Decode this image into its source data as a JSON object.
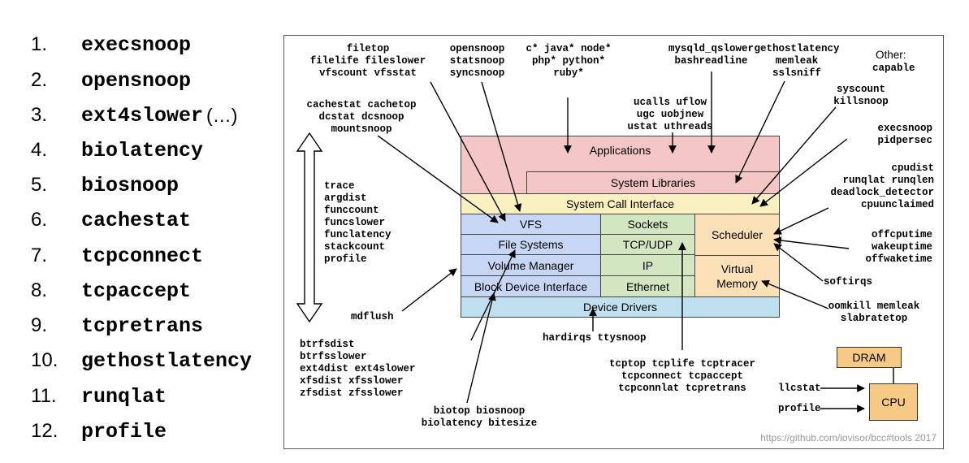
{
  "tool_list": [
    {
      "num": "1.",
      "name": "execsnoop",
      "suffix": ""
    },
    {
      "num": "2.",
      "name": "opensnoop",
      "suffix": ""
    },
    {
      "num": "3.",
      "name": "ext4slower",
      "suffix": "(…)"
    },
    {
      "num": "4.",
      "name": "biolatency",
      "suffix": ""
    },
    {
      "num": "5.",
      "name": "biosnoop",
      "suffix": ""
    },
    {
      "num": "6.",
      "name": "cachestat",
      "suffix": ""
    },
    {
      "num": "7.",
      "name": "tcpconnect",
      "suffix": ""
    },
    {
      "num": "8.",
      "name": "tcpaccept",
      "suffix": ""
    },
    {
      "num": "9.",
      "name": "tcpretrans",
      "suffix": ""
    },
    {
      "num": "10.",
      "name": "gethostlatency",
      "suffix": ""
    },
    {
      "num": "11.",
      "name": "runqlat",
      "suffix": ""
    },
    {
      "num": "12.",
      "name": "profile",
      "suffix": ""
    }
  ],
  "layers": {
    "applications": "Applications",
    "system_libraries": "System Libraries",
    "system_call_interface": "System Call Interface",
    "vfs": "VFS",
    "file_systems": "File Systems",
    "volume_manager": "Volume Manager",
    "block_device_interface": "Block Device Interface",
    "sockets": "Sockets",
    "tcp_udp": "TCP/UDP",
    "ip": "IP",
    "ethernet": "Ethernet",
    "scheduler": "Scheduler",
    "virtual_memory_1": "Virtual",
    "virtual_memory_2": "Memory",
    "device_drivers": "Device Drivers"
  },
  "hardware": {
    "dram": "DRAM",
    "cpu": "CPU"
  },
  "tool_groups": {
    "filetop": [
      "filetop",
      "filelife fileslower",
      "vfscount vfsstat"
    ],
    "opensnoop": [
      "opensnoop",
      "statsnoop",
      "syncsnoop"
    ],
    "languages": [
      "c* java* node*",
      "php* python*",
      "ruby*"
    ],
    "mysql": [
      "mysqld_qslower",
      "bashreadline"
    ],
    "gethostlatency": [
      "gethostlatency",
      "memleak",
      "sslsniff"
    ],
    "other_label": "Other:",
    "other_tools": [
      "capable"
    ],
    "ucalls": [
      "ucalls uflow",
      "ugc uobjnew",
      "ustat uthreads"
    ],
    "cachestat": [
      "cachestat cachetop",
      "dcstat dcsnoop",
      "mountsnoop"
    ],
    "syscount": [
      "syscount",
      "killsnoop"
    ],
    "execsnoop": [
      "execsnoop",
      "pidpersec"
    ],
    "cpudist": [
      "cpudist",
      "runqlat runqlen",
      "deadlock_detector",
      "cpuunclaimed"
    ],
    "trace": [
      "trace",
      "argdist",
      "funccount",
      "funcslower",
      "funclatency",
      "stackcount",
      "profile"
    ],
    "offcputime": [
      "offcputime",
      "wakeuptime",
      "offwaketime"
    ],
    "softirqs": [
      "softirqs"
    ],
    "mdflush": [
      "mdflush"
    ],
    "oomkill": [
      "oomkill memleak",
      "slabratetop"
    ],
    "hardirqs": [
      "hardirqs ttysnoop"
    ],
    "btrfs": [
      "btrfsdist",
      "btrfsslower",
      "ext4dist ext4slower",
      "xfsdist xfsslower",
      "zfsdist zfsslower"
    ],
    "tcptop": [
      "tcptop tcplife tcptracer",
      "tcpconnect tcpaccept",
      "tcpconnlat tcpretrans"
    ],
    "biotop": [
      "biotop biosnoop",
      "biolatency bitesize"
    ],
    "llcstat": [
      "llcstat"
    ],
    "profile_cpu": [
      "profile"
    ]
  },
  "credit": "https://github.com/iovisor/bcc#tools 2017",
  "colors": {
    "applications": "#f4c6c6",
    "syscall": "#fbf0c0",
    "storage": "#c7d6f5",
    "network": "#d3e6c2",
    "sched_mem": "#fbe0b8",
    "drivers": "#bfe0ee",
    "hardware": "#f6c985"
  }
}
